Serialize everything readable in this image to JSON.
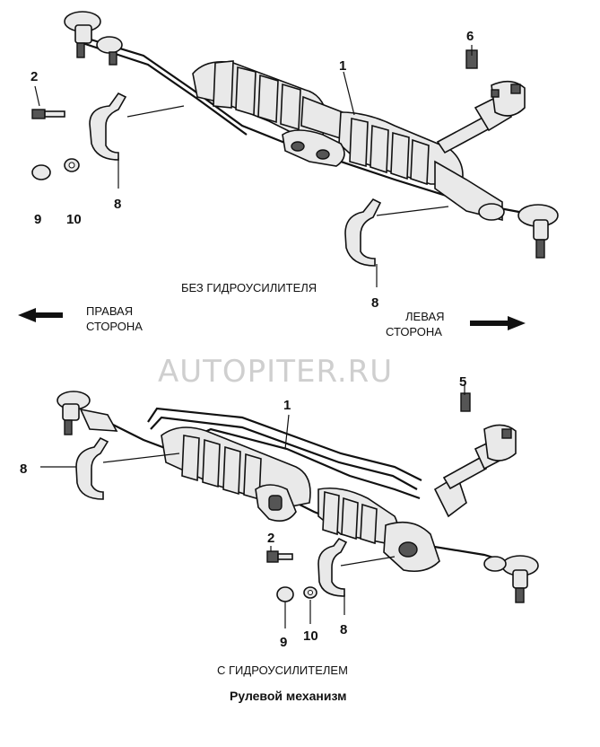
{
  "labels": {
    "top_1": "1",
    "top_2": "2",
    "top_6": "6",
    "top_8a": "8",
    "top_8b": "8",
    "top_9": "9",
    "top_10": "10",
    "bot_1": "1",
    "bot_2": "2",
    "bot_5": "5",
    "bot_8a": "8",
    "bot_8b": "8",
    "bot_9": "9",
    "bot_10": "10"
  },
  "captions": {
    "without_power": "БЕЗ ГИДРОУСИЛИТЕЛЯ",
    "right_side_1": "ПРАВАЯ",
    "right_side_2": "СТОРОНА",
    "left_side_1": "ЛЕВАЯ",
    "left_side_2": "СТОРОНА",
    "with_power": "С ГИДРОУСИЛИТЕЛЕМ",
    "title": "Рулевой механизм"
  },
  "watermark": "AUTOPITER.RU"
}
